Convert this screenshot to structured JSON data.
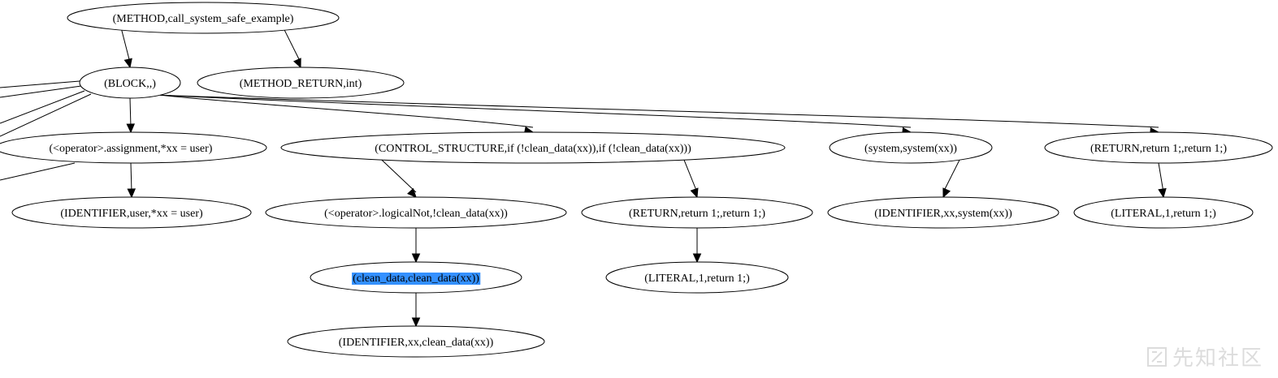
{
  "diagram": {
    "nodes": [
      {
        "id": "n1",
        "label": "(METHOD,call_system_safe_example)"
      },
      {
        "id": "n2",
        "label": "(BLOCK,,)"
      },
      {
        "id": "n3",
        "label": "(METHOD_RETURN,int)"
      },
      {
        "id": "n4",
        "label": "(<operator>.assignment,*xx = user)"
      },
      {
        "id": "n5",
        "label": "(CONTROL_STRUCTURE,if (!clean_data(xx)),if (!clean_data(xx)))"
      },
      {
        "id": "n6",
        "label": "(system,system(xx))"
      },
      {
        "id": "n7",
        "label": "(RETURN,return 1;,return 1;)"
      },
      {
        "id": "n8",
        "label": "(IDENTIFIER,user,*xx = user)"
      },
      {
        "id": "n9",
        "label": "(<operator>.logicalNot,!clean_data(xx))"
      },
      {
        "id": "n10",
        "label": "(RETURN,return 1;,return 1;)"
      },
      {
        "id": "n11",
        "label": "(IDENTIFIER,xx,system(xx))"
      },
      {
        "id": "n12",
        "label": "(LITERAL,1,return 1;)"
      },
      {
        "id": "n13",
        "label": "(clean_data,clean_data(xx))",
        "highlighted": true
      },
      {
        "id": "n14",
        "label": "(LITERAL,1,return 1;)"
      },
      {
        "id": "n15",
        "label": "(IDENTIFIER,xx,clean_data(xx))"
      }
    ],
    "edges": [
      {
        "from": "n1",
        "to": "n2"
      },
      {
        "from": "n1",
        "to": "n3"
      },
      {
        "from": "n2",
        "to": "n4"
      },
      {
        "from": "n2",
        "to": "n5"
      },
      {
        "from": "n2",
        "to": "n6"
      },
      {
        "from": "n2",
        "to": "n7"
      },
      {
        "from": "n4",
        "to": "n8"
      },
      {
        "from": "n5",
        "to": "n9"
      },
      {
        "from": "n5",
        "to": "n10"
      },
      {
        "from": "n6",
        "to": "n11"
      },
      {
        "from": "n7",
        "to": "n12"
      },
      {
        "from": "n9",
        "to": "n13"
      },
      {
        "from": "n10",
        "to": "n14"
      },
      {
        "from": "n13",
        "to": "n15"
      }
    ],
    "highlight_color": "#3390ff"
  },
  "watermark": {
    "text": "先知社区",
    "logo_icon": "xianzhi-logo-icon"
  }
}
